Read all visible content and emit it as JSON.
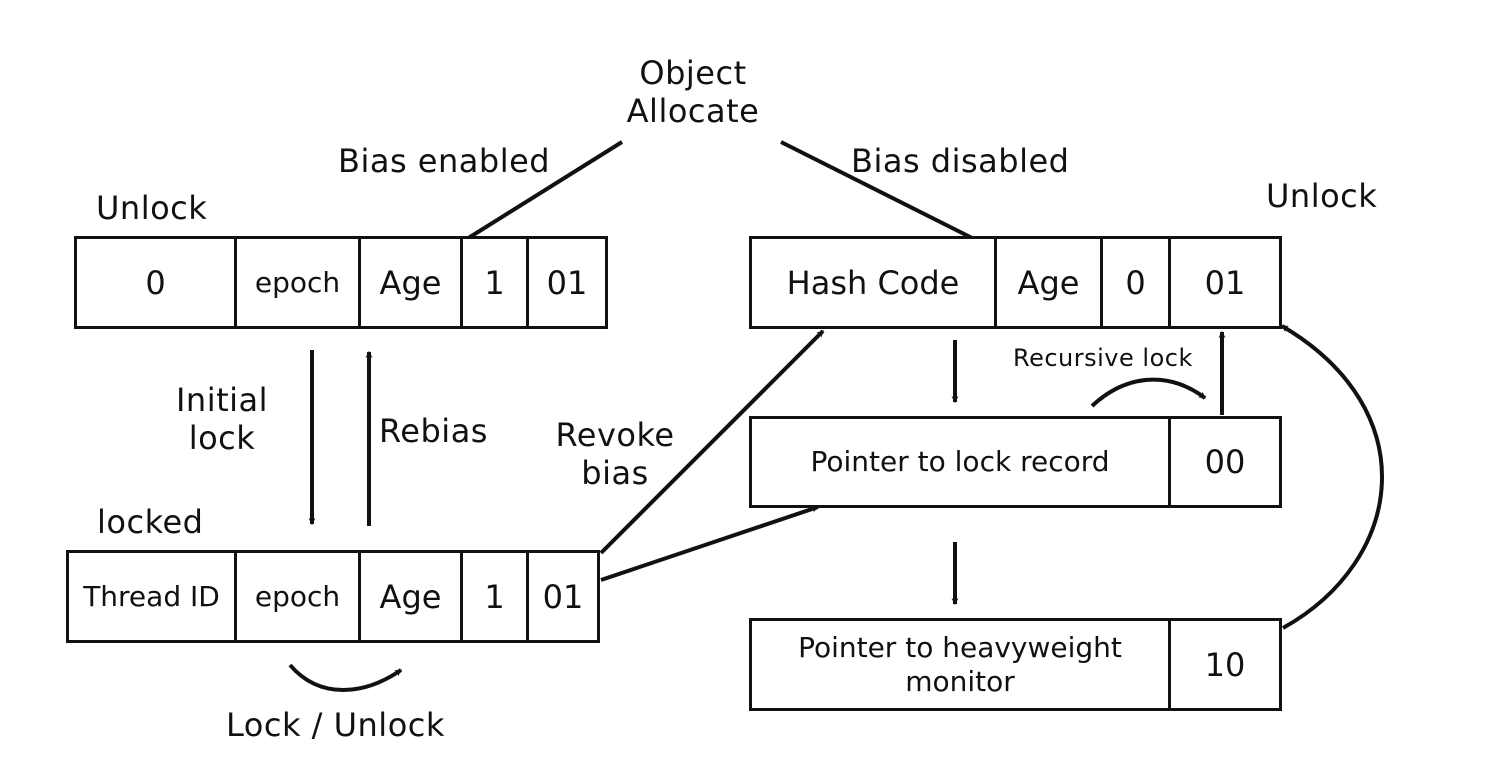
{
  "start": {
    "line1": "Object",
    "line2": "Allocate"
  },
  "edges": {
    "bias_enabled": "Bias enabled",
    "bias_disabled": "Bias disabled",
    "initial_lock_line1": "Initial",
    "initial_lock_line2": "lock",
    "rebias": "Rebias",
    "revoke_bias_line1": "Revoke",
    "revoke_bias_line2": "bias",
    "recursive_lock": "Recursive lock",
    "lock_unlock": "Lock / Unlock"
  },
  "states": {
    "biased_unlock": {
      "title": "Unlock",
      "fields": [
        "0",
        "epoch",
        "Age",
        "1",
        "01"
      ]
    },
    "biased_locked": {
      "title": "locked",
      "fields": [
        "Thread ID",
        "epoch",
        "Age",
        "1",
        "01"
      ]
    },
    "normal_unlock": {
      "title": "Unlock",
      "fields": [
        "Hash Code",
        "Age",
        "0",
        "01"
      ]
    },
    "lightweight": {
      "fields": [
        "Pointer to lock record",
        "00"
      ]
    },
    "heavyweight": {
      "fields": [
        "Pointer to heavyweight monitor",
        "10"
      ]
    }
  }
}
